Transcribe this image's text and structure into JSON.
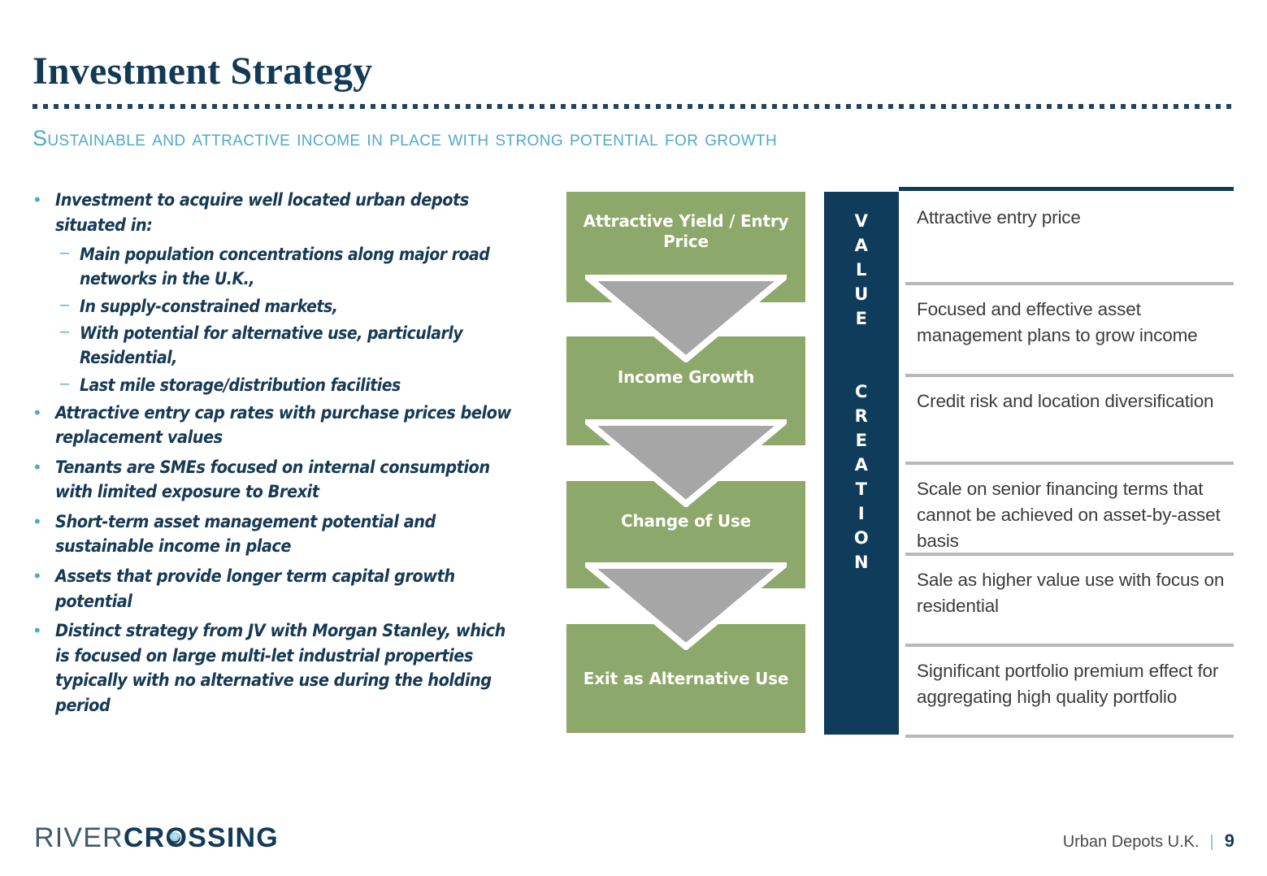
{
  "header": {
    "title": "Investment Strategy",
    "subtitle": "Sustainable and Attractive Income In Place With Strong Potential For Growth"
  },
  "colors": {
    "navy": "#103c5b",
    "title_navy": "#123a57",
    "accent_blue": "#4fa9cd",
    "green": "#8ca86a",
    "arrow_gray": "#a6a6a6",
    "divider_gray": "#b8b8b8",
    "body_gray": "#3b3b3b"
  },
  "bullets": [
    {
      "level": 1,
      "marker": "•",
      "text": "Investment to acquire well located urban depots situated in:"
    },
    {
      "level": 2,
      "marker": "–",
      "text": "Main population concentrations along major road networks in the U.K.,"
    },
    {
      "level": 2,
      "marker": "–",
      "text": "In supply-constrained markets,"
    },
    {
      "level": 2,
      "marker": "–",
      "text": "With potential for alternative use, particularly Residential,"
    },
    {
      "level": 2,
      "marker": "–",
      "text": "Last mile storage/distribution facilities"
    },
    {
      "level": 1,
      "marker": "•",
      "text": "Attractive entry cap rates with purchase prices below replacement values"
    },
    {
      "level": 1,
      "marker": "•",
      "text": "Tenants are SMEs focused on internal consumption with limited exposure to Brexit"
    },
    {
      "level": 1,
      "marker": "•",
      "text": "Short-term asset management potential and sustainable income in place"
    },
    {
      "level": 1,
      "marker": "•",
      "text": "Assets that provide longer term capital growth potential"
    },
    {
      "level": 1,
      "marker": "•",
      "text": "Distinct strategy from JV with Morgan Stanley, which is focused on large multi-let industrial properties typically with no alternative use during the holding period"
    }
  ],
  "funnel": {
    "stages": [
      {
        "label": "Attractive Yield / Entry Price"
      },
      {
        "label": "Income Growth"
      },
      {
        "label": "Change of Use"
      },
      {
        "label": "Exit as Alternative Use"
      }
    ],
    "arrow_count": 3
  },
  "value_creation": {
    "bar_letters": [
      "V",
      "A",
      "L",
      "U",
      "E",
      "",
      "C",
      "R",
      "E",
      "A",
      "T",
      "I",
      "O",
      "N"
    ],
    "bar_label": "VALUE CREATION",
    "items": [
      {
        "text": "Attractive entry price"
      },
      {
        "text": "Focused and effective asset management plans to grow income"
      },
      {
        "text": "Credit risk and location diversification"
      },
      {
        "text": "Scale on senior financing terms that cannot be achieved on asset-by-asset basis"
      },
      {
        "text": "Sale as higher value use with focus on residential"
      },
      {
        "text": "Significant portfolio premium effect for aggregating high quality portfolio"
      }
    ]
  },
  "footer": {
    "logo_part1": "RIVER",
    "logo_part2_a": "CR",
    "logo_part2_o": "O",
    "logo_part2_b": "SSING",
    "project": "Urban Depots U.K.",
    "separator": "|",
    "page_number": "9"
  }
}
